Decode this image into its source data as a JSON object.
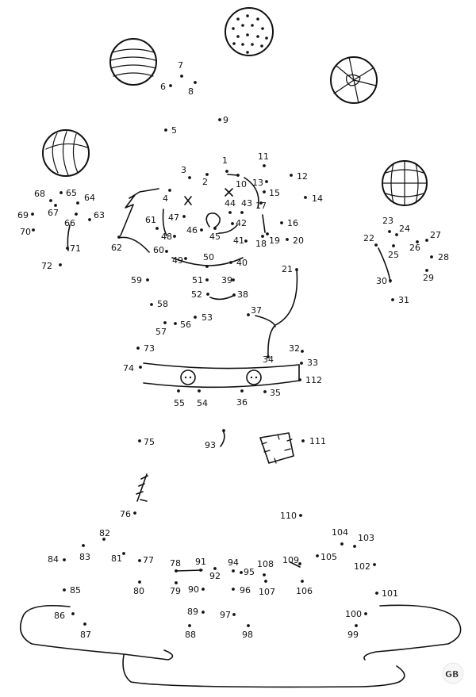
{
  "puzzle": {
    "numbers": [
      "1",
      "2",
      "3",
      "4",
      "5",
      "6",
      "7",
      "8",
      "9",
      "10",
      "11",
      "12",
      "13",
      "14",
      "15",
      "16",
      "17",
      "18",
      "19",
      "20",
      "21",
      "22",
      "23",
      "24",
      "25",
      "26",
      "27",
      "28",
      "29",
      "30",
      "31",
      "32",
      "33",
      "34",
      "35",
      "36",
      "37",
      "38",
      "39",
      "40",
      "41",
      "42",
      "43",
      "44",
      "45",
      "46",
      "47",
      "48",
      "49",
      "50",
      "51",
      "52",
      "53",
      "54",
      "55",
      "56",
      "57",
      "58",
      "59",
      "60",
      "61",
      "62",
      "63",
      "64",
      "65",
      "66",
      "67",
      "68",
      "69",
      "70",
      "71",
      "72",
      "73",
      "74",
      "75",
      "76",
      "77",
      "78",
      "79",
      "80",
      "81",
      "82",
      "83",
      "84",
      "85",
      "86",
      "87",
      "88",
      "89",
      "90",
      "91",
      "92",
      "93",
      "94",
      "95",
      "96",
      "97",
      "98",
      "99",
      "100",
      "101",
      "102",
      "103",
      "104",
      "105",
      "106",
      "107",
      "108",
      "109",
      "110",
      "111",
      "112"
    ]
  },
  "decorations": {
    "balls": [
      "stripe-ball",
      "polka-ball",
      "segment-ball",
      "beach-ball",
      "globe-ball"
    ]
  },
  "watermark": {
    "text": "GB"
  }
}
